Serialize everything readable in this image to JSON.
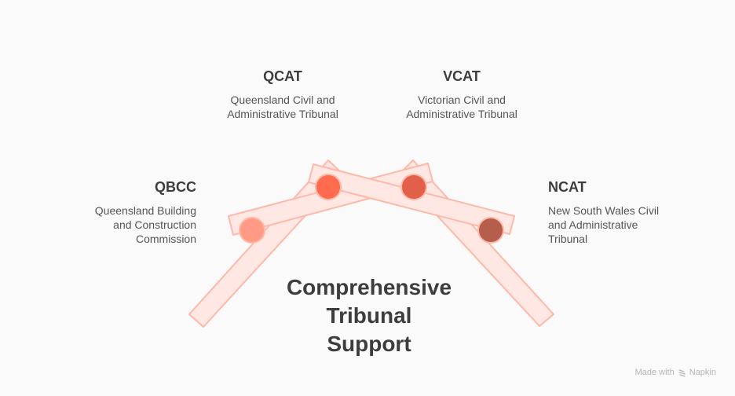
{
  "center_title": [
    "Comprehensive",
    "Tribunal",
    "Support"
  ],
  "nodes": [
    {
      "id": "qbcc",
      "title": "QBCC",
      "desc": [
        "Queensland Building",
        "and Construction",
        "Commission"
      ],
      "color": "#FF9A85"
    },
    {
      "id": "qcat",
      "title": "QCAT",
      "desc": [
        "Queensland Civil and",
        "Administrative Tribunal"
      ],
      "color": "#FF6B4F"
    },
    {
      "id": "vcat",
      "title": "VCAT",
      "desc": [
        "Victorian Civil and",
        "Administrative Tribunal"
      ],
      "color": "#E2604A"
    },
    {
      "id": "ncat",
      "title": "NCAT",
      "desc": [
        "New South Wales Civil",
        "and Administrative",
        "Tribunal"
      ],
      "color": "#B55E4C"
    }
  ],
  "bar_fill": "#FFE8E4",
  "bar_stroke": "#FFB8A8",
  "watermark": {
    "prefix": "Made with",
    "brand": "Napkin"
  }
}
